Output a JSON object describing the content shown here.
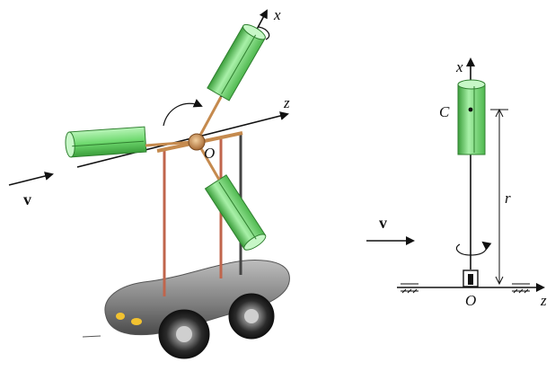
{
  "left_figure": {
    "axis_x_label": "x",
    "axis_z_label": "z",
    "origin_label": "O",
    "velocity_label": "v"
  },
  "right_figure": {
    "axis_x_label": "x",
    "axis_z_label": "z",
    "origin_label": "O",
    "center_label": "C",
    "radius_label": "r",
    "velocity_label": "v"
  },
  "colors": {
    "cup_green": "#7ee07e",
    "cup_dark": "#3f9f3f",
    "hub_copper": "#c58a4e",
    "rod_copper": "#c0654c",
    "cart_body": "#8d8d8d",
    "wheel": "#2a2a2a",
    "headlight": "#f2c230"
  }
}
